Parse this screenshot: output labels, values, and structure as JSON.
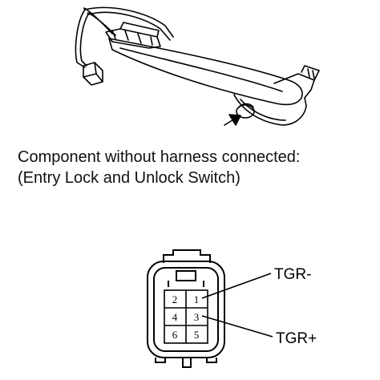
{
  "caption": {
    "line1": "Component without harness connected:",
    "line2": "(Entry Lock and Unlock Switch)"
  },
  "connector": {
    "pins": [
      "2",
      "1",
      "4",
      "3",
      "6",
      "5"
    ],
    "labels": {
      "tgr_minus": "TGR-",
      "tgr_plus": "TGR+"
    }
  }
}
